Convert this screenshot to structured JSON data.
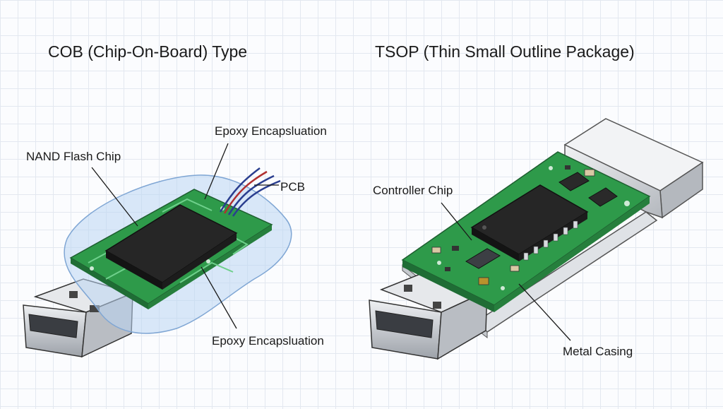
{
  "cob": {
    "title": "COB (Chip-On-Board) Type",
    "labels": {
      "epoxy_top": "Epoxy Encapsluation",
      "nand": "NAND Flash Chip",
      "pcb": "PCB",
      "epoxy_bottom": "Epoxy Encapsluation"
    }
  },
  "tsop": {
    "title": "TSOP (Thin Small Outline Package)",
    "labels": {
      "controller": "Controller Chip",
      "casing": "Metal Casing"
    }
  },
  "colors": {
    "pcb_green": "#2e9a4a",
    "chip": "#2a2a2a",
    "epoxy": "#bcd6f2",
    "metal": "#c9ccd1"
  }
}
